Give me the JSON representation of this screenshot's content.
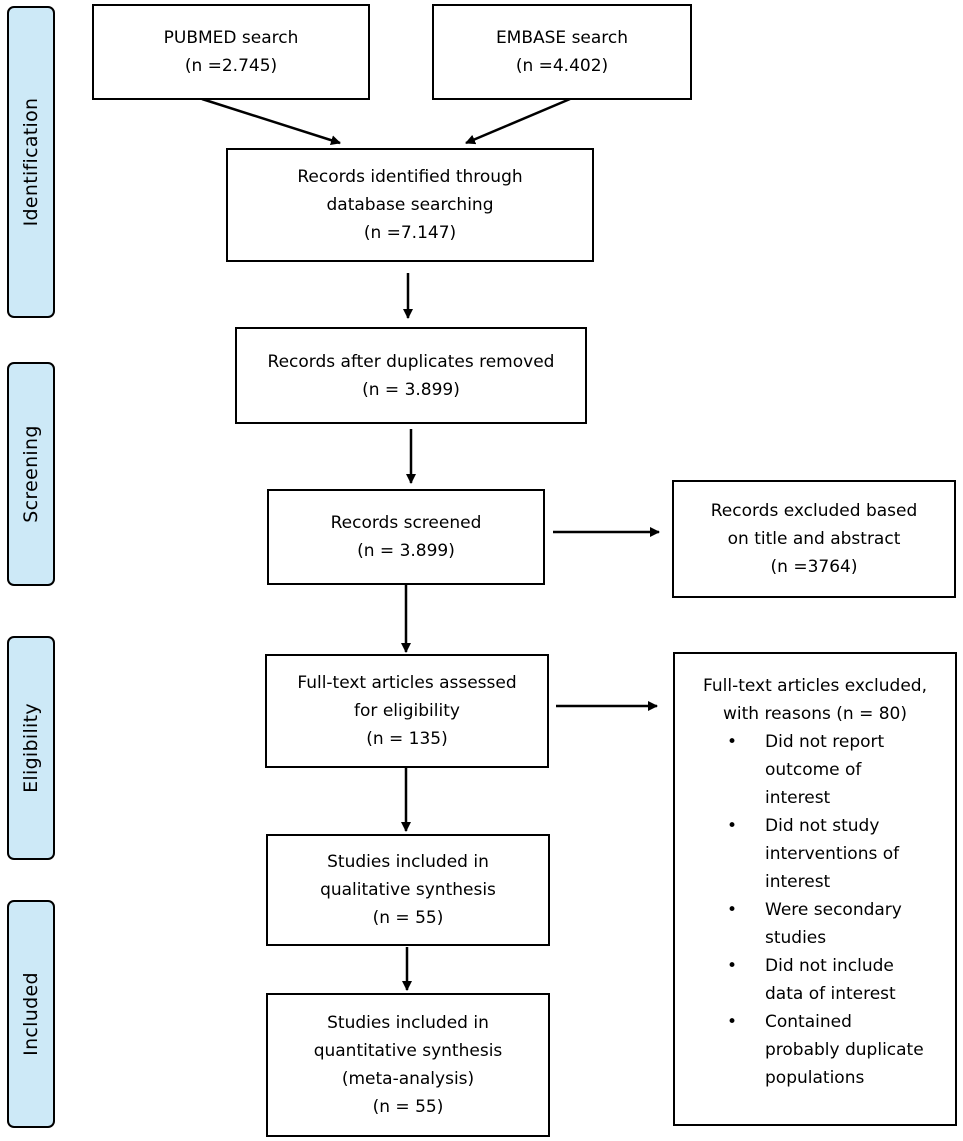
{
  "stages": {
    "identification": "Identification",
    "screening": "Screening",
    "eligibility": "Eligibility",
    "included": "Included"
  },
  "boxes": {
    "pubmed": {
      "line1": "PUBMED search",
      "line2": "(n =2.745)"
    },
    "embase": {
      "line1": "EMBASE search",
      "line2": "(n =4.402)"
    },
    "identified": {
      "line1": "Records identified through",
      "line2": "database searching",
      "line3": "(n =7.147)"
    },
    "duplicates": {
      "line1": "Records after duplicates removed",
      "line2": "(n = 3.899)"
    },
    "screened": {
      "line1": "Records screened",
      "line2": "(n = 3.899)"
    },
    "excluded_title": {
      "line1": "Records excluded based",
      "line2": "on title and abstract",
      "line3": "(n =3764)"
    },
    "fulltext": {
      "line1": "Full-text articles assessed",
      "line2": "for eligibility",
      "line3": "(n = 135)"
    },
    "qualitative": {
      "line1": "Studies included in",
      "line2": "qualitative synthesis",
      "line3": "(n = 55)"
    },
    "quantitative": {
      "line1": "Studies included in",
      "line2": "quantitative synthesis",
      "line3": "(meta-analysis)",
      "line4": "(n = 55)"
    }
  },
  "fulltext_excluded": {
    "line1": "Full-text articles excluded,",
    "line2": "with reasons (n = 80)",
    "bullet": "•",
    "reasons": [
      [
        "Did not report",
        "outcome of",
        "interest"
      ],
      [
        "Did not study",
        "interventions of",
        "interest"
      ],
      [
        "Were secondary",
        "studies"
      ],
      [
        "Did not include",
        "data of interest"
      ],
      [
        "Contained",
        "probably duplicate",
        "populations"
      ]
    ]
  }
}
